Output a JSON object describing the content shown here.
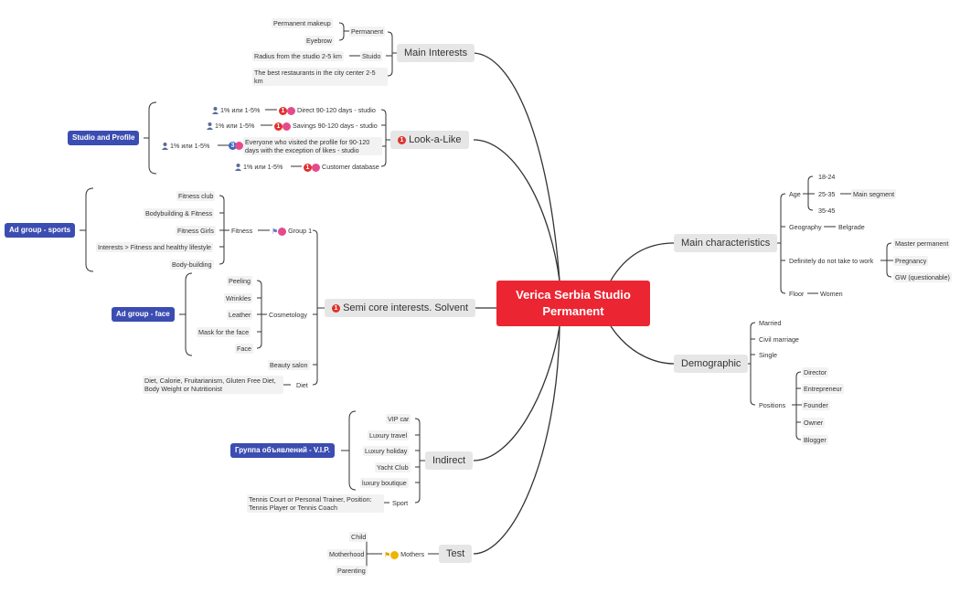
{
  "root": {
    "line1": "Verica Serbia Studio",
    "line2": "Permanent"
  },
  "main_interests": {
    "label": "Main Interests",
    "permanent": "Permanent",
    "permanent_makeup": "Permanent makeup",
    "eyebrow": "Eyebrow",
    "stuido": "Stuido",
    "radius": "Radius from the studio 2-5 km",
    "restaurants": "The best restaurants in the city center 2-5 km"
  },
  "lookalike": {
    "label": "Look-a-Like",
    "badge": "1",
    "tag": "Studio and Profile",
    "percent": "1% или 1-5%",
    "items": [
      "Direct 90-120 days - studio",
      "Savings 90-120 days - studio",
      "Everyone who visited the profile for 90-120 days with the exception of likes - studio",
      "Customer database"
    ],
    "item_badges": [
      "1",
      "1",
      "3",
      "1"
    ]
  },
  "semi_core": {
    "label": "Semi core interests. Solvent",
    "badge": "1",
    "group1": "Group 1",
    "fitness": "Fitness",
    "fitness_items": [
      "Fitness club",
      "Bodybuilding & Fitness",
      "Fitness Girls",
      "Interests > Fitness and healthy lifestyle",
      "Body-building"
    ],
    "tag_sports": "Ad group - sports",
    "cosmetology": "Cosmetology",
    "cosmetology_items": [
      "Peeling",
      "Wrinkles",
      "Leather",
      "Mask for the face",
      "Face"
    ],
    "tag_face": "Ad group - face",
    "beauty_salon": "Beauty salon",
    "diet": "Diet",
    "diet_detail": "Diet, Calorie, Fruitarianism, Gluten Free Diet, Body Weight or Nutritionist"
  },
  "indirect": {
    "label": "Indirect",
    "items": [
      "VIP car",
      "Luxury travel",
      "Luxury holiday",
      "Yacht Club",
      "luxury boutique"
    ],
    "tag": "Группа объявлений - V.I.P.",
    "sport": "Sport",
    "sport_detail": "Tennis Court or Personal Trainer, Position: Tennis Player or Tennis Coach"
  },
  "test": {
    "label": "Test",
    "mothers": "Mothers",
    "items": [
      "Child",
      "Motherhood",
      "Parenting"
    ]
  },
  "main_characteristics": {
    "label": "Main characteristics",
    "age": "Age",
    "age_items": [
      "18-24",
      "25-35",
      "35-45"
    ],
    "main_segment": "Main segment",
    "geography": "Geography",
    "belgrade": "Belgrade",
    "dont_take": "Definitely do not take to work",
    "dont_items": [
      "Master permanent",
      "Pregnancy",
      "GW (questionable)"
    ],
    "floor": "Floor",
    "women": "Women"
  },
  "demographic": {
    "label": "Demographic",
    "items": [
      "Married",
      "Civil marriage",
      "Single"
    ],
    "positions": "Positions",
    "position_items": [
      "Director",
      "Entrepreneur",
      "Founder",
      "Owner",
      "Blogger"
    ]
  },
  "colors": {
    "root": "#ec2532",
    "tag": "#3b4db1",
    "line": "#333333",
    "node_bg": "#f2f2f2"
  }
}
